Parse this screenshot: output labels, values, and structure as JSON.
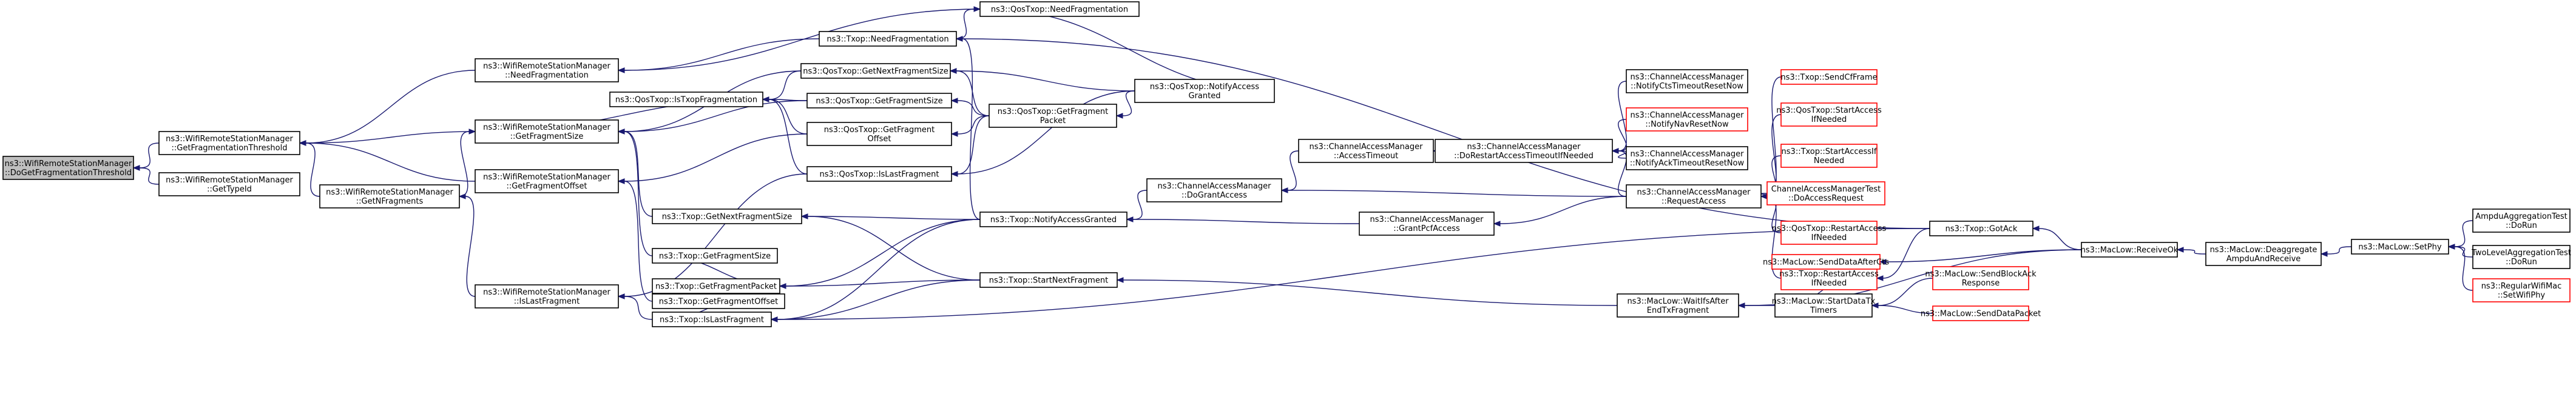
{
  "diagram": {
    "title": "",
    "nodes": [
      {
        "id": "n0",
        "lines": [
          "ns3::WifiRemoteStationManager",
          "::DoGetFragmentationThreshold"
        ],
        "style": "highlight"
      },
      {
        "id": "n1",
        "lines": [
          "ns3::WifiRemoteStationManager",
          "::GetFragmentationThreshold"
        ],
        "style": "normal"
      },
      {
        "id": "n2",
        "lines": [
          "ns3::WifiRemoteStationManager",
          "::GetTypeId"
        ],
        "style": "normal"
      },
      {
        "id": "n3",
        "lines": [
          "ns3::WifiRemoteStationManager",
          "::NeedFragmentation"
        ],
        "style": "normal"
      },
      {
        "id": "n4",
        "lines": [
          "ns3::WifiRemoteStationManager",
          "::GetFragmentSize"
        ],
        "style": "normal"
      },
      {
        "id": "n5",
        "lines": [
          "ns3::WifiRemoteStationManager",
          "::GetFragmentOffset"
        ],
        "style": "normal"
      },
      {
        "id": "n6",
        "lines": [
          "ns3::WifiRemoteStationManager",
          "::GetNFragments"
        ],
        "style": "normal"
      },
      {
        "id": "n7",
        "lines": [
          "ns3::WifiRemoteStationManager",
          "::IsLastFragment"
        ],
        "style": "normal"
      },
      {
        "id": "n8",
        "lines": [
          "ns3::QosTxop::NeedFragmentation"
        ],
        "style": "normal"
      },
      {
        "id": "n9",
        "lines": [
          "ns3::Txop::NeedFragmentation"
        ],
        "style": "normal"
      },
      {
        "id": "n10",
        "lines": [
          "ns3::QosTxop::GetNextFragmentSize"
        ],
        "style": "normal"
      },
      {
        "id": "n11",
        "lines": [
          "ns3::QosTxop::IsTxopFragmentation"
        ],
        "style": "normal"
      },
      {
        "id": "n12",
        "lines": [
          "ns3::QosTxop::GetFragmentSize"
        ],
        "style": "normal"
      },
      {
        "id": "n13",
        "lines": [
          "ns3::QosTxop::GetFragment",
          "Offset"
        ],
        "style": "normal"
      },
      {
        "id": "n14",
        "lines": [
          "ns3::QosTxop::IsLastFragment"
        ],
        "style": "normal"
      },
      {
        "id": "n15",
        "lines": [
          "ns3::Txop::GetNextFragmentSize"
        ],
        "style": "normal"
      },
      {
        "id": "n16",
        "lines": [
          "ns3::Txop::GetFragmentSize"
        ],
        "style": "normal"
      },
      {
        "id": "n17",
        "lines": [
          "ns3::Txop::GetFragmentPacket"
        ],
        "style": "normal"
      },
      {
        "id": "n18",
        "lines": [
          "ns3::Txop::GetFragmentOffset"
        ],
        "style": "normal"
      },
      {
        "id": "n19",
        "lines": [
          "ns3::Txop::IsLastFragment"
        ],
        "style": "normal"
      },
      {
        "id": "n20",
        "lines": [
          "ns3::QosTxop::GetFragment",
          "Packet"
        ],
        "style": "normal"
      },
      {
        "id": "n21",
        "lines": [
          "ns3::QosTxop::NotifyAccess",
          "Granted"
        ],
        "style": "normal"
      },
      {
        "id": "n22",
        "lines": [
          "ns3::Txop::NotifyAccessGranted"
        ],
        "style": "normal"
      },
      {
        "id": "n23",
        "lines": [
          "ns3::Txop::StartNextFragment"
        ],
        "style": "normal"
      },
      {
        "id": "n24",
        "lines": [
          "ns3::ChannelAccessManager",
          "::DoGrantAccess"
        ],
        "style": "normal"
      },
      {
        "id": "n25",
        "lines": [
          "ns3::ChannelAccessManager",
          "::GrantPcfAccess"
        ],
        "style": "normal"
      },
      {
        "id": "n26",
        "lines": [
          "ns3::ChannelAccessManager",
          "::AccessTimeout"
        ],
        "style": "normal"
      },
      {
        "id": "n27",
        "lines": [
          "ns3::ChannelAccessManager",
          "::DoRestartAccessTimeoutIfNeeded"
        ],
        "style": "normal"
      },
      {
        "id": "n28",
        "lines": [
          "ns3::ChannelAccessManager",
          "::NotifyCtsTimeoutResetNow"
        ],
        "style": "normal"
      },
      {
        "id": "n29",
        "lines": [
          "ns3::ChannelAccessManager",
          "::NotifyNavResetNow"
        ],
        "style": "red"
      },
      {
        "id": "n30",
        "lines": [
          "ns3::ChannelAccessManager",
          "::NotifyAckTimeoutResetNow"
        ],
        "style": "normal"
      },
      {
        "id": "n31",
        "lines": [
          "ns3::ChannelAccessManager",
          "::RequestAccess"
        ],
        "style": "normal"
      },
      {
        "id": "n32",
        "lines": [
          "ns3::Txop::SendCfFrame"
        ],
        "style": "red"
      },
      {
        "id": "n33",
        "lines": [
          "ns3::QosTxop::StartAccess",
          "IfNeeded"
        ],
        "style": "red"
      },
      {
        "id": "n34",
        "lines": [
          "ns3::Txop::StartAccessIf",
          "Needed"
        ],
        "style": "red"
      },
      {
        "id": "n35",
        "lines": [
          "ChannelAccessManagerTest",
          "::DoAccessRequest"
        ],
        "style": "red"
      },
      {
        "id": "n36",
        "lines": [
          "ns3::QosTxop::RestartAccess",
          "IfNeeded"
        ],
        "style": "red"
      },
      {
        "id": "n37",
        "lines": [
          "ns3::Txop::RestartAccess",
          "IfNeeded"
        ],
        "style": "red"
      },
      {
        "id": "n38",
        "lines": [
          "ns3::Txop::GotAck"
        ],
        "style": "normal"
      },
      {
        "id": "n39",
        "lines": [
          "ns3::MacLow::WaitIfsAfter",
          "EndTxFragment"
        ],
        "style": "normal"
      },
      {
        "id": "n40",
        "lines": [
          "ns3::MacLow::StartDataTx",
          "Timers"
        ],
        "style": "normal"
      },
      {
        "id": "n41",
        "lines": [
          "ns3::MacLow::SendDataAfterCts"
        ],
        "style": "red"
      },
      {
        "id": "n42",
        "lines": [
          "ns3::MacLow::SendBlockAck",
          "Response"
        ],
        "style": "red"
      },
      {
        "id": "n43",
        "lines": [
          "ns3::MacLow::SendDataPacket"
        ],
        "style": "red"
      },
      {
        "id": "n44",
        "lines": [
          "ns3::MacLow::ReceiveOk"
        ],
        "style": "normal"
      },
      {
        "id": "n45",
        "lines": [
          "ns3::MacLow::Deaggregate",
          "AmpduAndReceive"
        ],
        "style": "normal"
      },
      {
        "id": "n46",
        "lines": [
          "ns3::MacLow::SetPhy"
        ],
        "style": "normal"
      },
      {
        "id": "n47",
        "lines": [
          "AmpduAggregationTest",
          "::DoRun"
        ],
        "style": "normal"
      },
      {
        "id": "n48",
        "lines": [
          "TwoLevelAggregationTest",
          "::DoRun"
        ],
        "style": "normal"
      },
      {
        "id": "n49",
        "lines": [
          "ns3::RegularWifiMac",
          "::SetWifiPhy"
        ],
        "style": "red"
      }
    ],
    "edges": [
      [
        "n1",
        "n0"
      ],
      [
        "n2",
        "n0"
      ],
      [
        "n3",
        "n1"
      ],
      [
        "n4",
        "n1"
      ],
      [
        "n5",
        "n1"
      ],
      [
        "n6",
        "n1"
      ],
      [
        "n8",
        "n3"
      ],
      [
        "n9",
        "n3"
      ],
      [
        "n10",
        "n4"
      ],
      [
        "n11",
        "n4"
      ],
      [
        "n12",
        "n4"
      ],
      [
        "n15",
        "n4"
      ],
      [
        "n16",
        "n4"
      ],
      [
        "n6",
        "n4"
      ],
      [
        "n13",
        "n5"
      ],
      [
        "n18",
        "n5"
      ],
      [
        "n7",
        "n6"
      ],
      [
        "n14",
        "n7"
      ],
      [
        "n19",
        "n7"
      ],
      [
        "n21",
        "n8"
      ],
      [
        "n9",
        "n8"
      ],
      [
        "n38",
        "n9"
      ],
      [
        "n22",
        "n9"
      ],
      [
        "n10",
        "n11"
      ],
      [
        "n12",
        "n11"
      ],
      [
        "n13",
        "n11"
      ],
      [
        "n14",
        "n11"
      ],
      [
        "n20",
        "n10"
      ],
      [
        "n21",
        "n10"
      ],
      [
        "n20",
        "n12"
      ],
      [
        "n20",
        "n13"
      ],
      [
        "n21",
        "n14"
      ],
      [
        "n20",
        "n14"
      ],
      [
        "n22",
        "n15"
      ],
      [
        "n23",
        "n15"
      ],
      [
        "n17",
        "n16"
      ],
      [
        "n17",
        "n18"
      ],
      [
        "n22",
        "n19"
      ],
      [
        "n23",
        "n19"
      ],
      [
        "n38",
        "n19"
      ],
      [
        "n17",
        "n19"
      ],
      [
        "n21",
        "n20"
      ],
      [
        "n22",
        "n17"
      ],
      [
        "n23",
        "n17"
      ],
      [
        "n24",
        "n22"
      ],
      [
        "n25",
        "n22"
      ],
      [
        "n39",
        "n23"
      ],
      [
        "n26",
        "n24"
      ],
      [
        "n31",
        "n24"
      ],
      [
        "n31",
        "n25"
      ],
      [
        "n27",
        "n26"
      ],
      [
        "n28",
        "n27"
      ],
      [
        "n29",
        "n27"
      ],
      [
        "n30",
        "n27"
      ],
      [
        "n31",
        "n27"
      ],
      [
        "n32",
        "n31"
      ],
      [
        "n33",
        "n31"
      ],
      [
        "n34",
        "n31"
      ],
      [
        "n35",
        "n31"
      ],
      [
        "n36",
        "n31"
      ],
      [
        "n37",
        "n31"
      ],
      [
        "n38",
        "n37"
      ],
      [
        "n44",
        "n38"
      ],
      [
        "n40",
        "n39"
      ],
      [
        "n44",
        "n39"
      ],
      [
        "n41",
        "n40"
      ],
      [
        "n42",
        "n40"
      ],
      [
        "n43",
        "n40"
      ],
      [
        "n44",
        "n41"
      ],
      [
        "n45",
        "n44"
      ],
      [
        "n46",
        "n45"
      ],
      [
        "n47",
        "n46"
      ],
      [
        "n48",
        "n46"
      ],
      [
        "n49",
        "n46"
      ]
    ]
  }
}
